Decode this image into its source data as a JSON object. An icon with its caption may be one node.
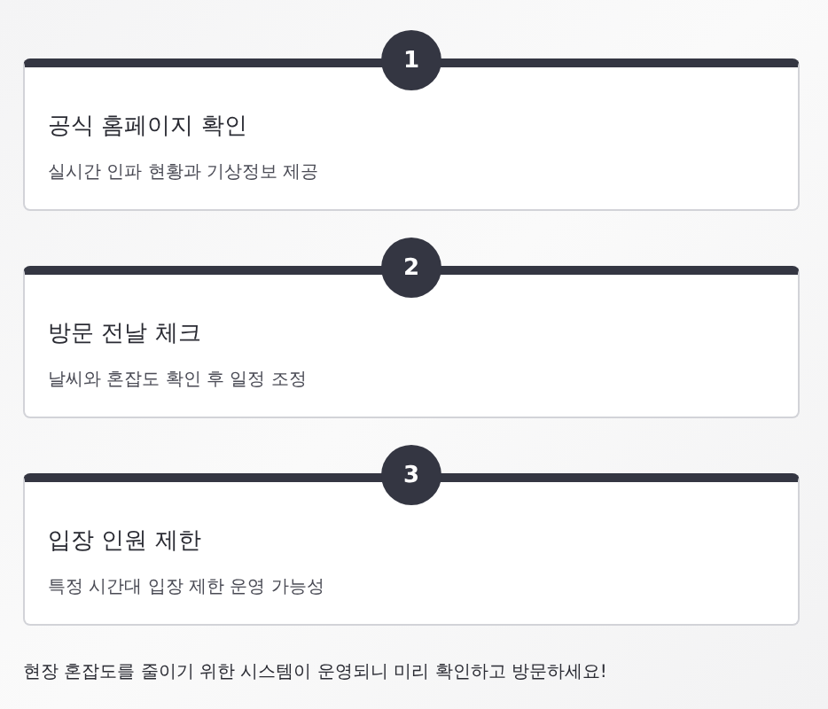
{
  "diagram": {
    "nodes": [
      {
        "text": [
          "1"
        ]
      },
      {
        "text": [
          "공식 홈페이지 확인",
          "실시간 인파 현황과 기상정보 제공"
        ]
      },
      {
        "text": [
          "2"
        ]
      },
      {
        "text": [
          "방문 전날 체크",
          "날씨와 혼잡도 확인 후 일정 조정"
        ]
      },
      {
        "text": [
          "3"
        ]
      },
      {
        "text": [
          "입장 인원 제한",
          "특정 시간대 입장 제한 운영 가능성"
        ]
      }
    ],
    "labels": [
      "현장 혼잡도를 줄이기 위한 시스템이 운영되니 미리 확인하고 방문하세요!"
    ]
  }
}
